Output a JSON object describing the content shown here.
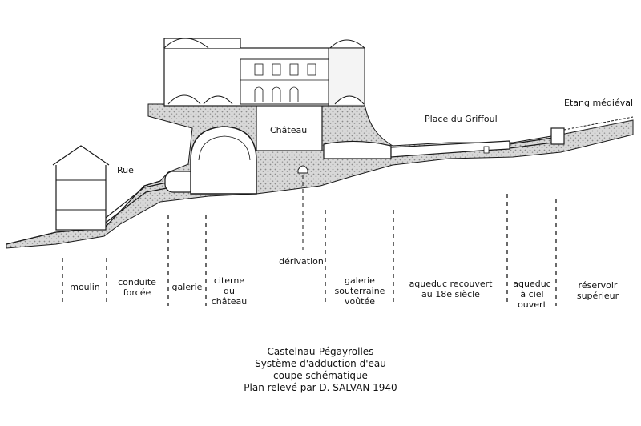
{
  "labels": {
    "rue": "Rue",
    "chateau": "Château",
    "place": "Place du Griffoul",
    "etang": "Etang médiéval"
  },
  "segments": [
    {
      "lines": [
        "moulin"
      ]
    },
    {
      "lines": [
        "conduite",
        "forcée"
      ]
    },
    {
      "lines": [
        "galerie"
      ]
    },
    {
      "lines": [
        "citerne",
        "du",
        "château"
      ]
    },
    {
      "lines": [
        "dérivation"
      ]
    },
    {
      "lines": [
        "galerie",
        "souterraine",
        "voûtée"
      ]
    },
    {
      "lines": [
        "aqueduc recouvert",
        "au 18e siècle"
      ]
    },
    {
      "lines": [
        "aqueduc",
        "à ciel",
        "ouvert"
      ]
    },
    {
      "lines": [
        "réservoir",
        "supérieur"
      ]
    }
  ],
  "caption": {
    "line1": "Castelnau-Pégayrolles",
    "line2": "Système d'adduction d'eau",
    "line3": "coupe schématique",
    "line4": "Plan relevé par D. SALVAN 1940"
  },
  "colors": {
    "ink": "#1a1a1a",
    "hatch": "#8a8a8a",
    "ground": "#cfcfcf"
  }
}
